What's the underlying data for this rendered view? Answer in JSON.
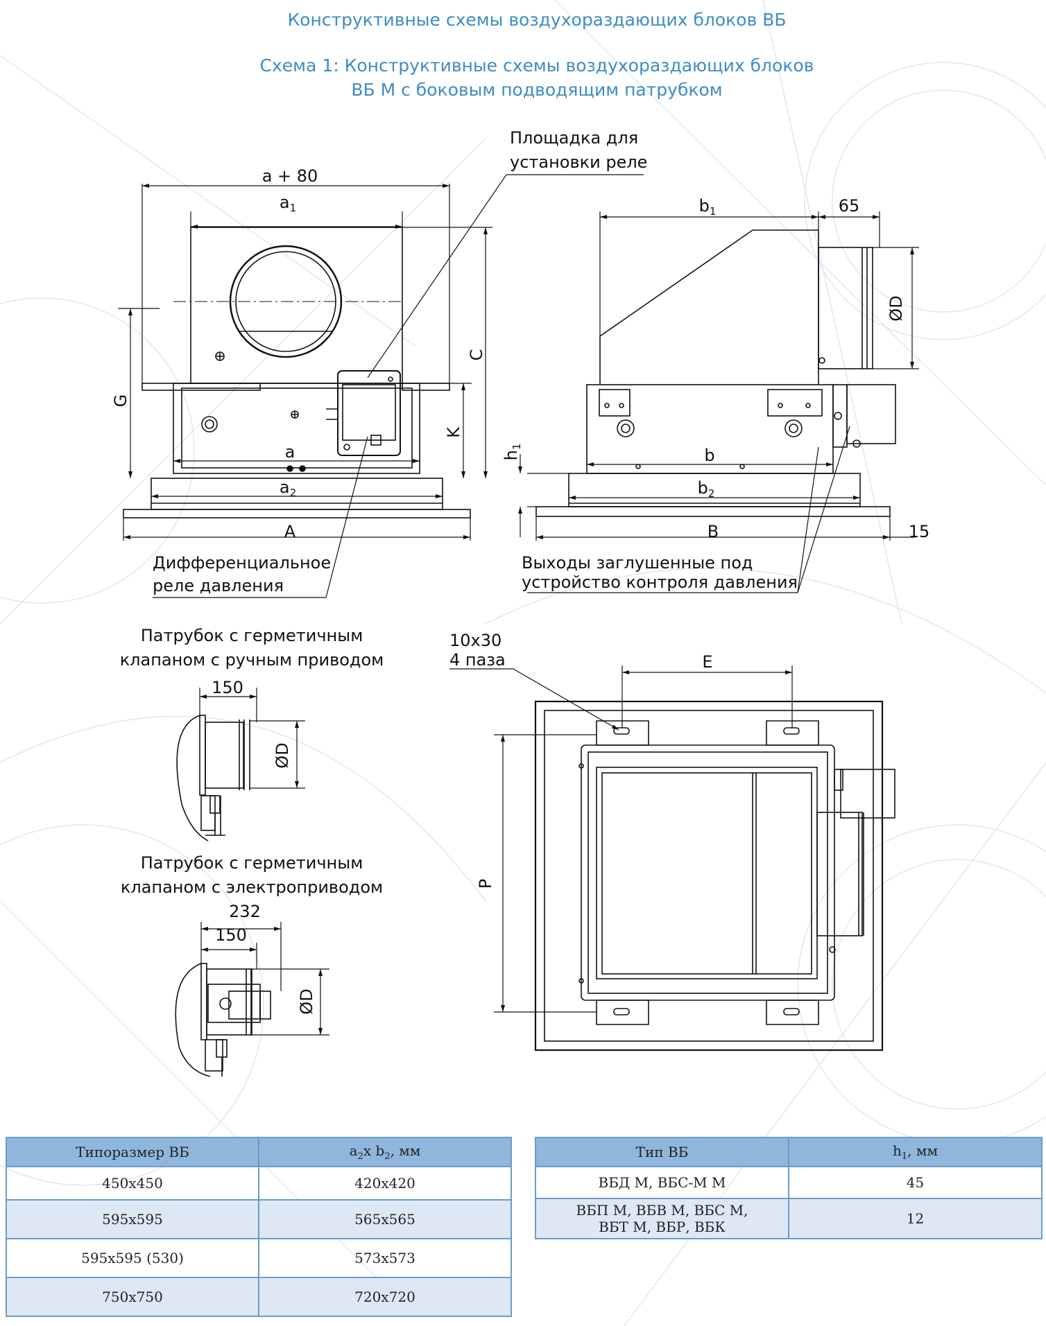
{
  "header": {
    "title": "Конструктивные схемы воздухораздающих блоков ВБ",
    "subtitle_line1": "Схема 1: Конструктивные схемы воздухораздающих блоков",
    "subtitle_line2": "ВБ М с боковым подводящим патрубком"
  },
  "labels": {
    "relay_platform_1": "Площадка для",
    "relay_platform_2": "установки реле",
    "diff_relay_1": "Дифференциальное",
    "diff_relay_2": "реле давления",
    "outlets_1": "Выходы заглушенные под",
    "outlets_2": "устройство контроля давления",
    "manual_valve_1": "Патрубок с герметичным",
    "manual_valve_2": "клапаном с ручным приводом",
    "electric_valve_1": "Патрубок с герметичным",
    "electric_valve_2": "клапаном с электроприводом",
    "slots_1": "10х30",
    "slots_2": "4 паза"
  },
  "dimensions": {
    "a_plus_80": "a + 80",
    "a1": "a",
    "a1_sub": "1",
    "a": "a",
    "a2": "a",
    "a2_sub": "2",
    "A": "A",
    "C": "C",
    "G": "G",
    "K": "K",
    "b1": "b",
    "b1_sub": "1",
    "d65": "65",
    "D": "ØD",
    "h1": "h",
    "h1_sub": "1",
    "b": "b",
    "b2": "b",
    "b2_sub": "2",
    "B": "B",
    "d15": "15",
    "d150": "150",
    "d232": "232",
    "E": "E",
    "P": "P"
  },
  "table1": {
    "header_col1": "Типоразмер ВБ",
    "header_col2_main": "a",
    "header_col2_sub1": "2",
    "header_col2_mid": "х b",
    "header_col2_sub2": "2",
    "header_col2_tail": ", мм",
    "rows": [
      {
        "size": "450х450",
        "a2b2": "420х420"
      },
      {
        "size": "595х595",
        "a2b2": "565х565"
      },
      {
        "size": "595х595 (530)",
        "a2b2": "573х573"
      },
      {
        "size": "750х750",
        "a2b2": "720х720"
      }
    ]
  },
  "table2": {
    "header_col1": "Тип ВБ",
    "header_col2_main": "h",
    "header_col2_sub": "1",
    "header_col2_tail": ", мм",
    "rows": [
      {
        "type_line1": "ВБД М, ВБС-М М",
        "type_line2": "",
        "h1": "45"
      },
      {
        "type_line1": "ВБП М, ВБВ М, ВБС М,",
        "type_line2": "ВБТ М, ВБР, ВБК",
        "h1": "12"
      }
    ]
  },
  "colors": {
    "title": "#3d8cc4",
    "table_header": "#8fb6dd",
    "table_alt_row": "#dde8f4",
    "background_pattern": "#d9e6f2"
  }
}
